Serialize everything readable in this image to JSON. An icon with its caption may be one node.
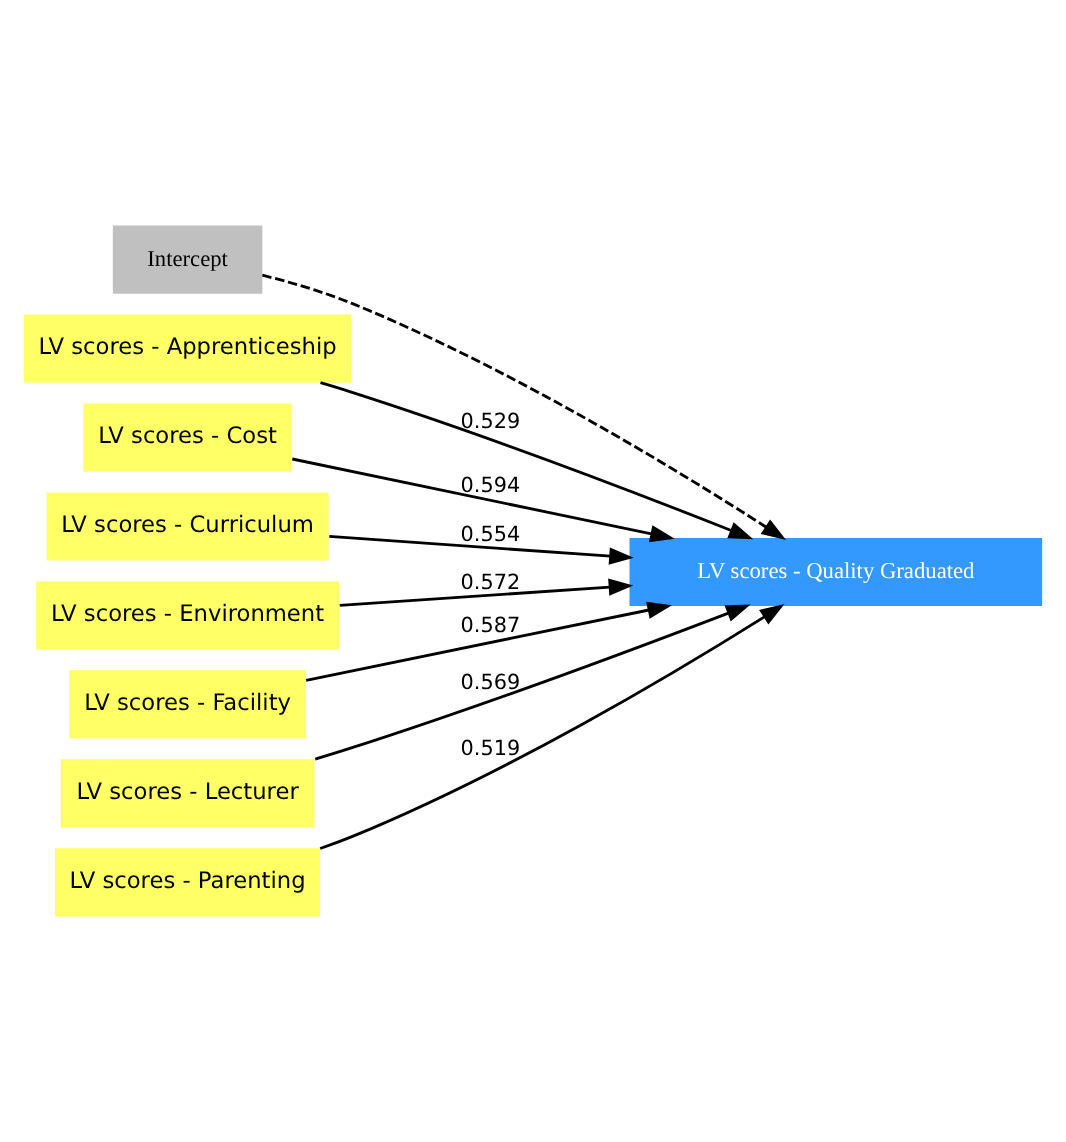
{
  "diagram": {
    "nodes": [
      {
        "text": [
          "Intercept"
        ]
      },
      {
        "text": [
          "LV scores - Apprenticeship"
        ]
      },
      {
        "text": [
          "LV scores - Cost"
        ]
      },
      {
        "text": [
          "LV scores - Curriculum"
        ]
      },
      {
        "text": [
          "LV scores - Environment"
        ]
      },
      {
        "text": [
          "LV scores - Facility"
        ]
      },
      {
        "text": [
          "LV scores - Lecturer"
        ]
      },
      {
        "text": [
          "LV scores - Parenting"
        ]
      },
      {
        "text": [
          "LV scores - Quality Graduated"
        ]
      }
    ],
    "edges": [
      {
        "from": 0,
        "to": 8,
        "arrow": "to",
        "style": "dashed"
      },
      {
        "from": 1,
        "to": 8,
        "arrow": "to",
        "label": "0.529"
      },
      {
        "from": 2,
        "to": 8,
        "arrow": "to",
        "label": "0.594"
      },
      {
        "from": 3,
        "to": 8,
        "arrow": "to",
        "label": "0.554"
      },
      {
        "from": 4,
        "to": 8,
        "arrow": "to",
        "label": "0.572"
      },
      {
        "from": 5,
        "to": 8,
        "arrow": "to",
        "label": "0.587"
      },
      {
        "from": 6,
        "to": 8,
        "arrow": "to",
        "label": "0.569"
      },
      {
        "from": 7,
        "to": 8,
        "arrow": "to",
        "label": "0.519"
      }
    ]
  }
}
